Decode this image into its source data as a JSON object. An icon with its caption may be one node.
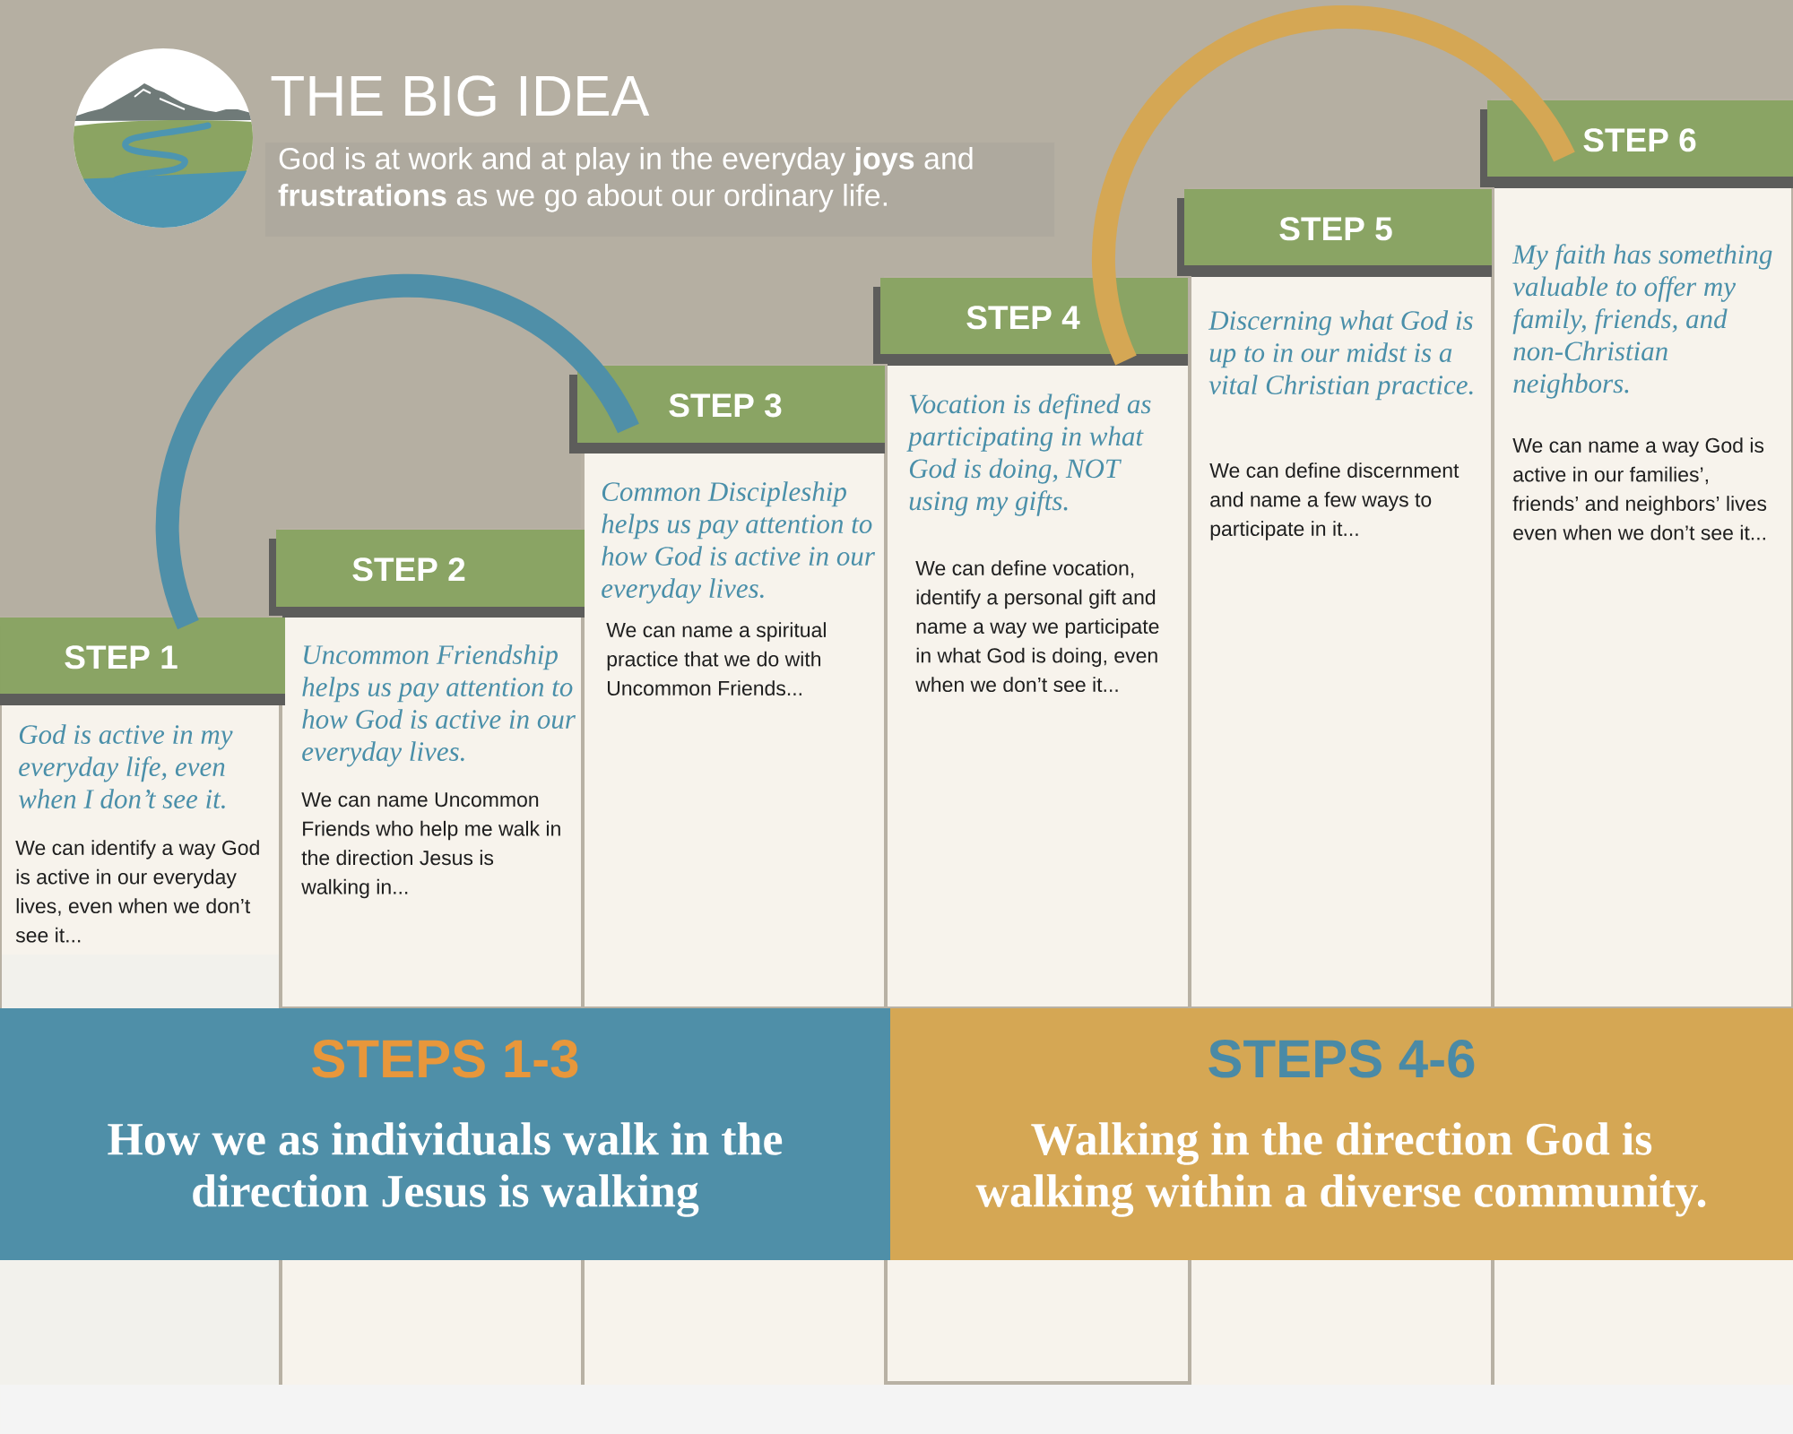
{
  "diagram": {
    "title": "THE BIG IDEA",
    "nodes": [
      {
        "text": [
          "God is at work and at play in the everyday **joys** and **frustrations** as we go about our ordinary life."
        ]
      },
      {
        "text": [
          "STEP 1",
          "God is active in my everyday life, even when I don’t see it.",
          "We can identify a way God is active in our everyday lives, even when we don’t see it..."
        ]
      },
      {
        "text": [
          "STEP 2",
          "Uncommon Friendship helps us pay attention to how God is active in our everyday lives.",
          "We can name Uncommon Friends who help me walk in the direction Jesus is walking in..."
        ]
      },
      {
        "text": [
          "STEP 3",
          "Common Discipleship helps us pay attention to how God is active in our everyday lives.",
          "We can name a spiritual practice that we do with Uncommon Friends..."
        ]
      },
      {
        "text": [
          "STEP 4",
          "Vocation is defined as participating in what God is doing, NOT using my gifts.",
          "We can define vocation, identify a personal gift and name a way we participate in what God is doing, even when we don’t see it..."
        ]
      },
      {
        "text": [
          "STEP 5",
          "Discerning what God is up to in our midst is a vital Christian practice.",
          "We can define discernment and name a few ways to participate in it..."
        ]
      },
      {
        "text": [
          "STEP 6",
          "My faith has something valuable to offer my family, friends, and non-Christian neighbors.",
          "We can name a way God is active in our families’, friends’ and neighbors’ lives even when we don’t see it..."
        ]
      },
      {
        "text": [
          "STEPS 1-3",
          "How we as individuals walk in the direction Jesus is walking"
        ]
      },
      {
        "text": [
          "STEPS 4-6",
          "Walking in the direction God is walking within a diverse community."
        ]
      }
    ],
    "edges": [
      {
        "from": 1,
        "to": 3,
        "arrow": "none",
        "color": "#4f8fa8"
      },
      {
        "from": 4,
        "to": 6,
        "arrow": "none",
        "color": "#d5a754"
      }
    ]
  }
}
